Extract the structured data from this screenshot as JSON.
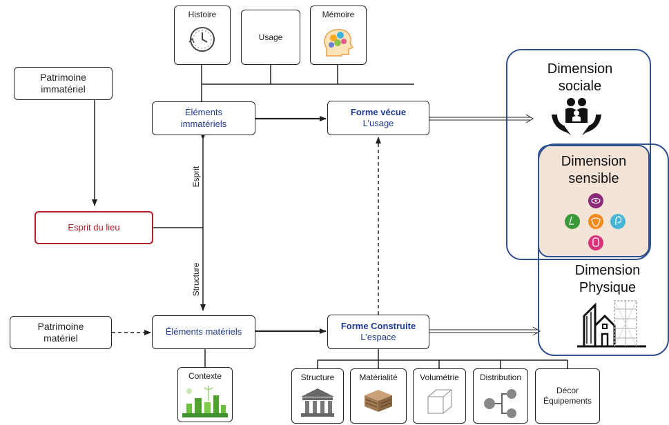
{
  "top_items": {
    "histoire": "Histoire",
    "usage": "Usage",
    "memoire": "Mémoire"
  },
  "left": {
    "patrimoine_immateriel": [
      "Patrimoine",
      "immatériel"
    ],
    "esprit_du_lieu": "Esprit du lieu",
    "patrimoine_materiel": [
      "Patrimoine",
      "matériel"
    ]
  },
  "center": {
    "elements_immateriels": [
      "Éléments",
      "immatériels"
    ],
    "elements_materiels": "Éléments matériels",
    "axis_esprit": "Esprit",
    "axis_structure": "Structure",
    "contexte": "Contexte"
  },
  "forms": {
    "vecue_title": "Forme vécue",
    "vecue_sub": "L’usage",
    "construite_title": "Forme Construite",
    "construite_sub": "L’espace"
  },
  "bottom_items": {
    "structure": "Structure",
    "materialite": "Matérialité",
    "volumetrie": "Volumétrie",
    "distribution": "Distribution",
    "decor": [
      "Décor",
      "Équipements"
    ]
  },
  "dimensions": {
    "sociale": [
      "Dimension",
      "sociale"
    ],
    "sensible": [
      "Dimension",
      "sensible"
    ],
    "physique": [
      "Dimension",
      "Physique"
    ]
  },
  "colors": {
    "blue_text": "#1f3a93",
    "red_border": "#b01e2a",
    "dim_border": "#2f4f8f",
    "sensible_fill": "#f4e3d7",
    "sense_purple": "#8e2a7a",
    "sense_green": "#3a9a3a",
    "sense_orange": "#f08a1a",
    "sense_cyan": "#47b5d6",
    "sense_pink": "#d9347a"
  }
}
